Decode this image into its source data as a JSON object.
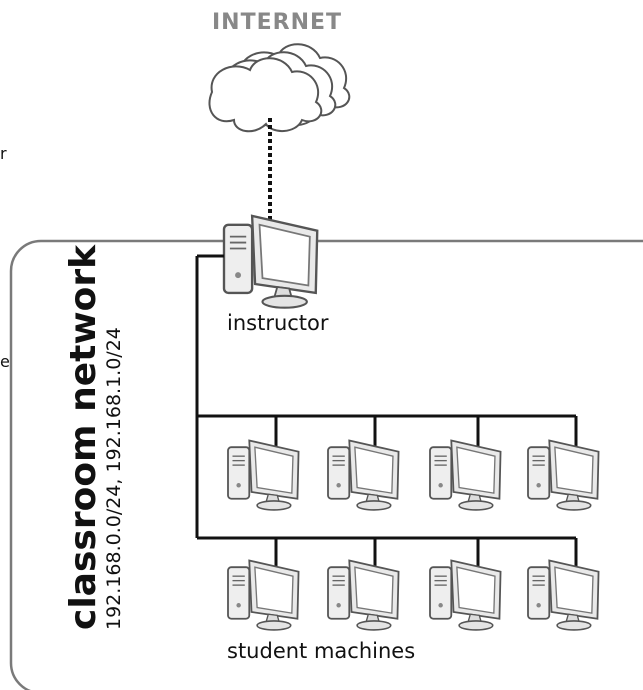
{
  "internet_label": "INTERNET",
  "network": {
    "title": "classroom network",
    "subnets": "192.168.0.0/24, 192.168.1.0/24"
  },
  "instructor_label": "instructor",
  "students_label": "student machines",
  "edge_fragments": [
    "r",
    "e"
  ],
  "icons": {
    "cloud": "cloud-icon",
    "computer": "desktop-computer-icon"
  },
  "colors": {
    "line": "#111111",
    "frame": "#7a7a7a",
    "internet_text": "#888888",
    "icon_fill": "#eeeeee"
  }
}
